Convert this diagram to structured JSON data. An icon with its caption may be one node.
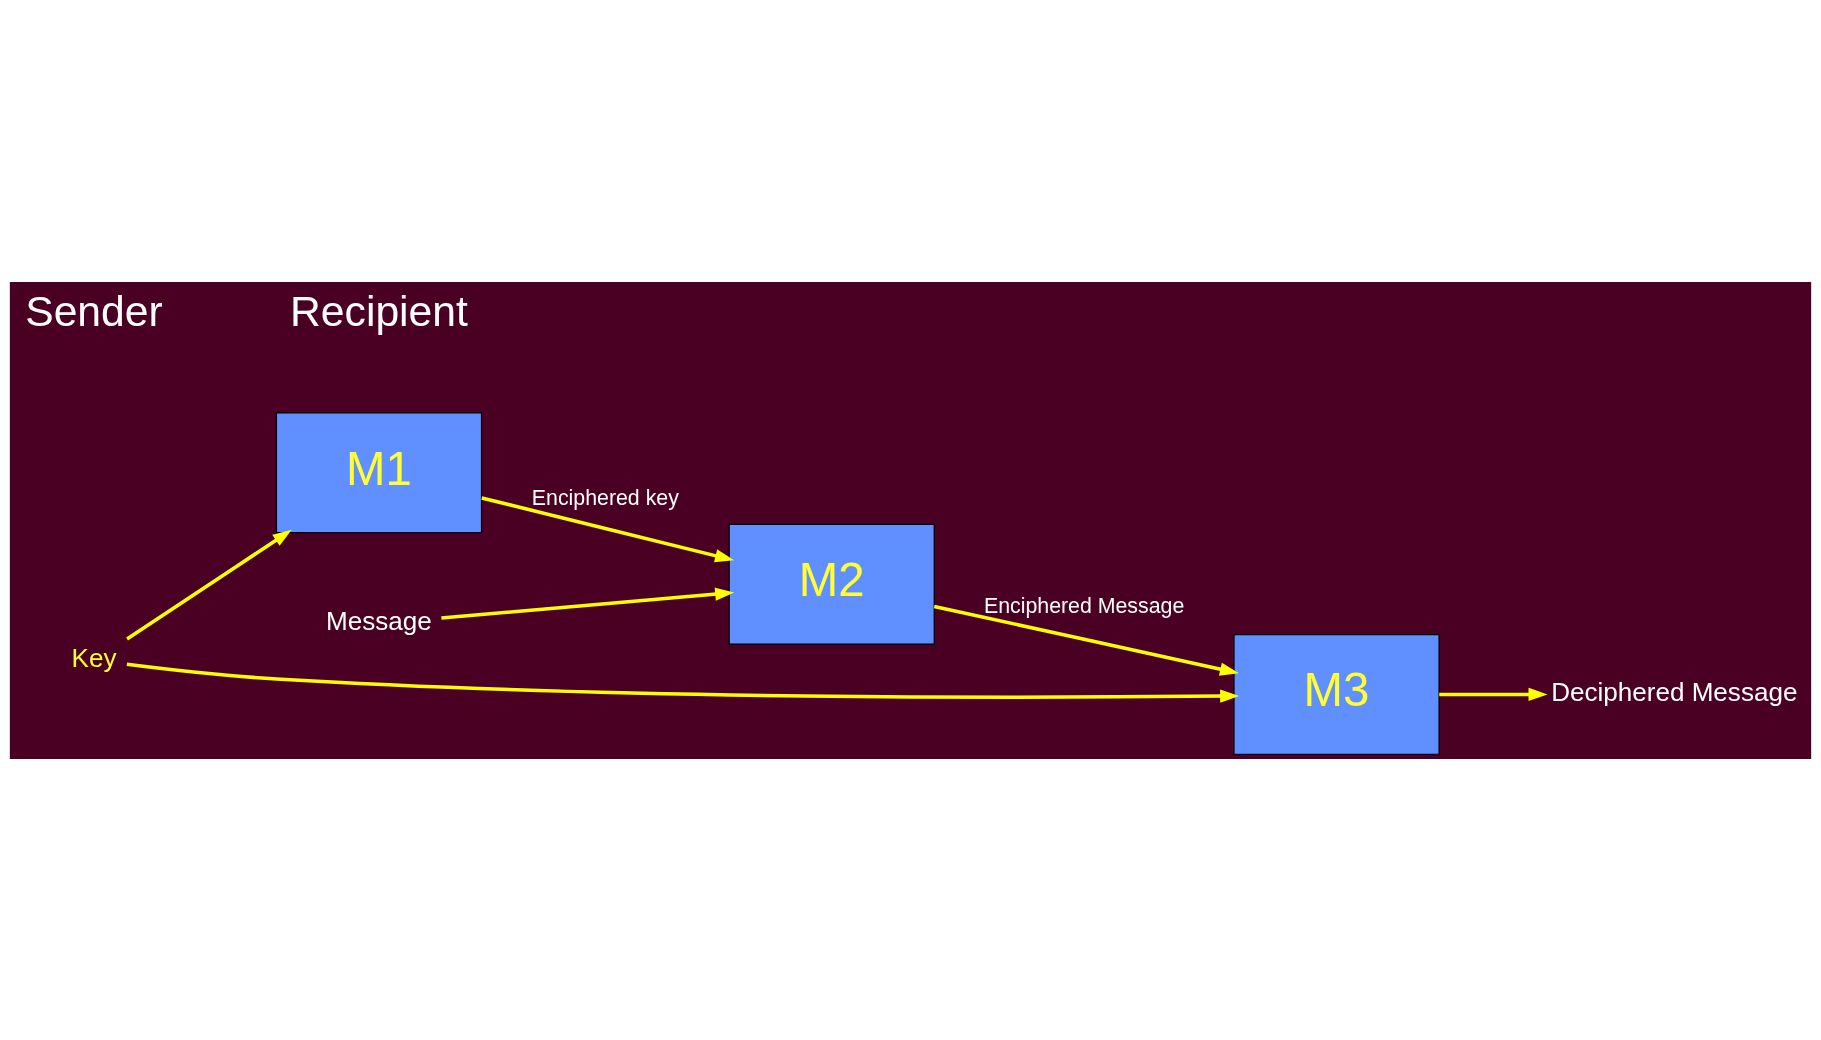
{
  "diagram": {
    "nodes": [
      {
        "text": [
          "Message"
        ]
      },
      {
        "text": [
          "M2"
        ]
      },
      {
        "text": [
          "M3"
        ]
      },
      {
        "text": [
          "Deciphered Message"
        ]
      },
      {
        "text": [
          "M1"
        ]
      },
      {
        "text": [
          "Key"
        ]
      }
    ],
    "edges": [
      {
        "from": 0,
        "to": 1,
        "arrow": "to"
      },
      {
        "from": 1,
        "to": 2,
        "arrow": "to",
        "label": "Enciphered Message"
      },
      {
        "from": 2,
        "to": 3,
        "arrow": "to"
      },
      {
        "from": 4,
        "to": 1,
        "arrow": "to",
        "label": "Enciphered key"
      },
      {
        "from": 5,
        "to": 4,
        "arrow": "to"
      },
      {
        "from": 5,
        "to": 2,
        "arrow": "to"
      }
    ],
    "labels": [
      "Sender",
      "Recipient"
    ]
  }
}
